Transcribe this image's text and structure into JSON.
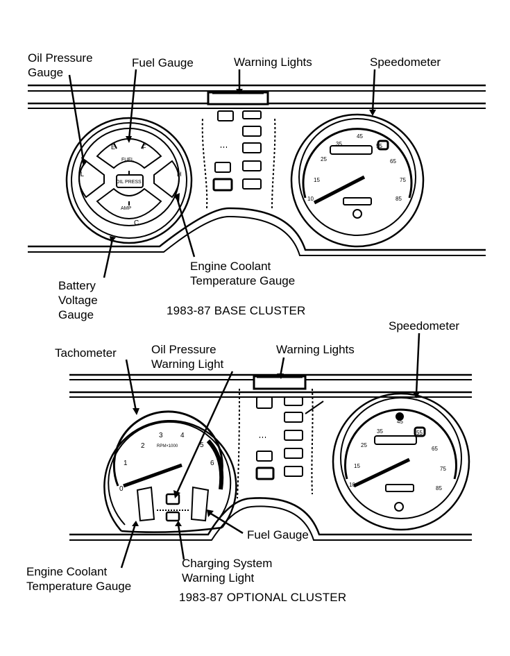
{
  "base_cluster": {
    "caption": "1983-87 BASE CLUSTER",
    "callouts": {
      "oil_pressure_gauge": "Oil Pressure\nGauge",
      "fuel_gauge": "Fuel Gauge",
      "warning_lights": "Warning Lights",
      "speedometer": "Speedometer",
      "engine_coolant_gauge": "Engine Coolant\nTemperature Gauge",
      "battery_voltage_gauge": "Battery\nVoltage\nGauge"
    },
    "gauge_face_text": {
      "fuel": "FUEL",
      "amp": "AMP",
      "oil_pressure_scale": "OIL PRESS",
      "f": "F",
      "e": "E",
      "h": "H",
      "c": "C",
      "l": "L"
    },
    "speedometer_numbers": [
      "10",
      "15",
      "25",
      "35",
      "45",
      "55",
      "65",
      "75",
      "85"
    ]
  },
  "optional_cluster": {
    "caption": "1983-87 OPTIONAL CLUSTER",
    "callouts": {
      "tachometer": "Tachometer",
      "oil_pressure_warning_light": "Oil Pressure\nWarning Light",
      "warning_lights": "Warning Lights",
      "speedometer": "Speedometer",
      "fuel_gauge": "Fuel Gauge",
      "engine_coolant_gauge": "Engine Coolant\nTemperature Gauge",
      "charging_system_warning_light": "Charging System\nWarning Light"
    },
    "tachometer_numbers": [
      "0",
      "1",
      "2",
      "3",
      "4",
      "5",
      "6"
    ],
    "tachometer_unit": "RPM×1000",
    "speedometer_numbers": [
      "10",
      "15",
      "25",
      "35",
      "45",
      "55",
      "65",
      "75",
      "85"
    ]
  }
}
